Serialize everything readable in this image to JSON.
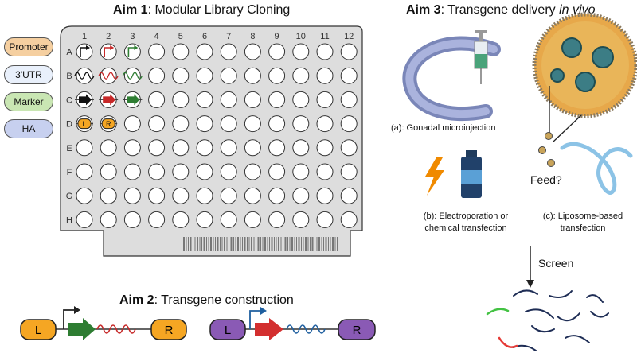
{
  "aim1": {
    "bold": "Aim 1",
    "rest": ": Modular Library Cloning"
  },
  "aim2": {
    "bold": "Aim 2",
    "rest": ": Transgene construction"
  },
  "aim3": {
    "bold": "Aim 3",
    "rest": ": Transgene delivery ",
    "italic": "in vivo"
  },
  "legend": {
    "items": [
      {
        "label": "Promoter",
        "color": "#f5cfa0"
      },
      {
        "label": "3'UTR",
        "color": "#e9f0fb"
      },
      {
        "label": "Marker",
        "color": "#c9e6b3"
      },
      {
        "label": "HA",
        "color": "#c7d0ef"
      }
    ]
  },
  "plate": {
    "columns": [
      "1",
      "2",
      "3",
      "4",
      "5",
      "6",
      "7",
      "8",
      "9",
      "10",
      "11",
      "12"
    ],
    "rows": [
      "A",
      "B",
      "C",
      "D",
      "E",
      "F",
      "G",
      "H"
    ],
    "well_d_labels": [
      "L",
      "R"
    ]
  },
  "construct": {
    "left": "L",
    "right": "R"
  },
  "delivery": {
    "a": "(a): Gonadal microinjection",
    "b_line1": "(b): Electroporation or",
    "b_line2": "chemical transfection",
    "c_line1": "(c): Liposome-based",
    "c_line2": "transfection",
    "feed": "Feed?",
    "screen": "Screen"
  },
  "colors": {
    "orange": "#f5a623",
    "purple": "#8a5ab5",
    "green": "#2e7d32",
    "red": "#d32f2f",
    "blue": "#1f5f9f",
    "plate": "#dddddd"
  }
}
